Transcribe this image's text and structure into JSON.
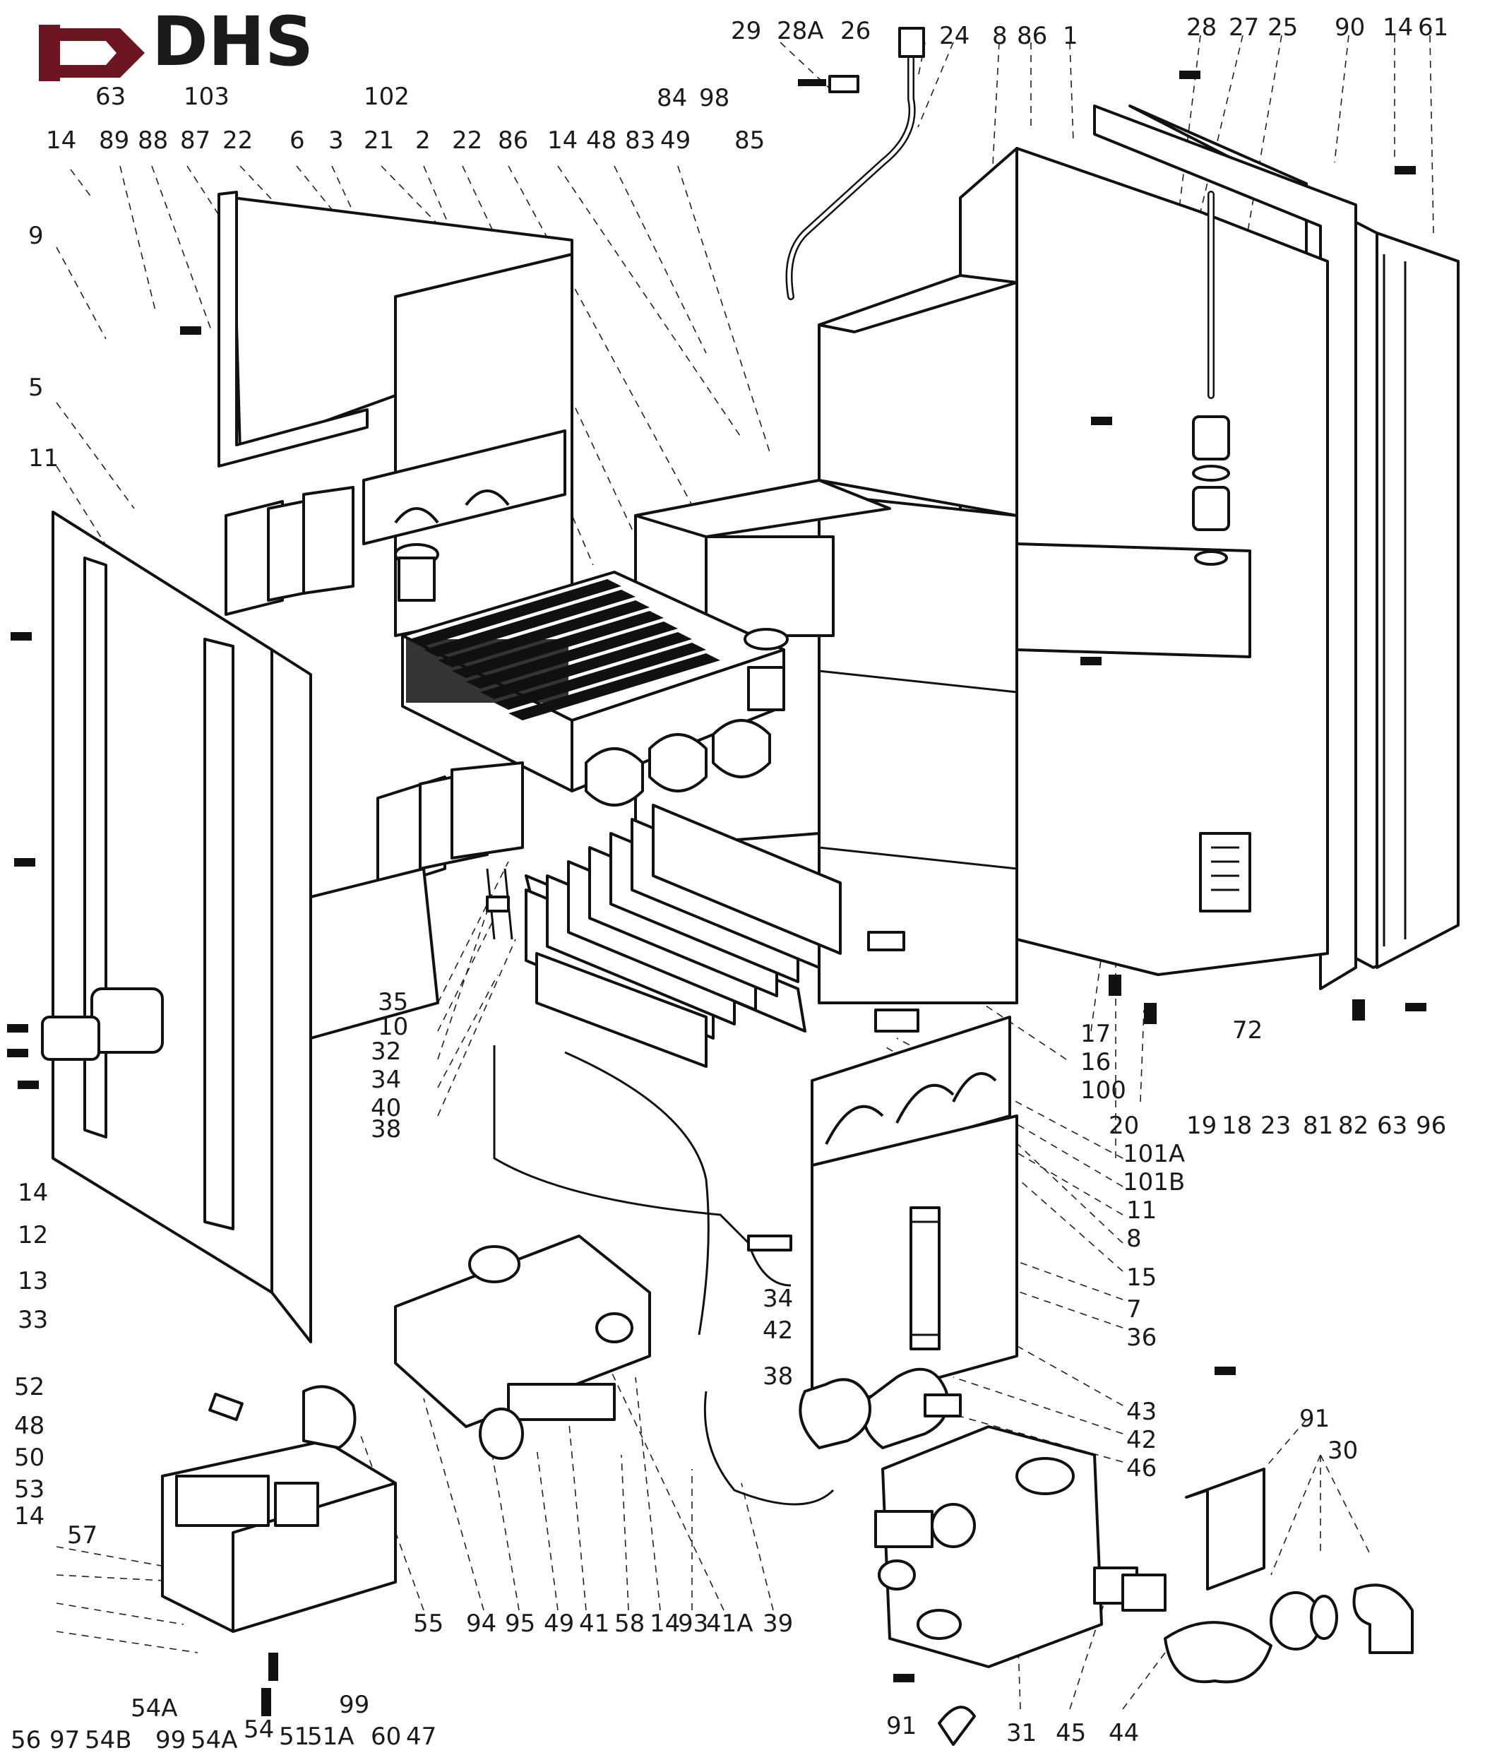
{
  "logo": {
    "text": "DHS",
    "color": "#6b1620"
  },
  "labels": {
    "top": [
      "29",
      "28A",
      "26",
      "24",
      "8",
      "86",
      "1",
      "28",
      "27",
      "25",
      "90",
      "14",
      "61"
    ],
    "upper_left_row1": [
      "63",
      "103",
      "102"
    ],
    "upper_left_row2": [
      "14",
      "89",
      "88",
      "87",
      "22",
      "6",
      "3",
      "21",
      "2",
      "22",
      "86",
      "14",
      "48",
      "83",
      "49",
      "84",
      "98",
      "85"
    ],
    "left_side": [
      "9",
      "5",
      "11"
    ],
    "left_lower": [
      "14",
      "12",
      "13",
      "33"
    ],
    "left_bottom_group": [
      "52",
      "48",
      "50",
      "53",
      "14",
      "57"
    ],
    "center_burner": [
      "35",
      "10",
      "32",
      "34",
      "40",
      "38"
    ],
    "right_side": [
      "17",
      "16",
      "100",
      "20",
      "19",
      "18",
      "23",
      "81",
      "82",
      "63",
      "96",
      "72"
    ],
    "right_column": [
      "101A",
      "101B",
      "11",
      "8",
      "15",
      "7",
      "36",
      "43",
      "42",
      "46"
    ],
    "gas_connection": [
      "91",
      "30"
    ],
    "mid_lower": [
      "34",
      "42",
      "38"
    ],
    "bottom_row": [
      "55",
      "94",
      "95",
      "49",
      "41",
      "58",
      "14",
      "93",
      "41A",
      "39"
    ],
    "bottom_right": [
      "91",
      "31",
      "45",
      "44"
    ],
    "bottom_left": [
      "54A",
      "99",
      "56",
      "97",
      "54B",
      "99",
      "54A",
      "54",
      "51",
      "51A",
      "60",
      "47"
    ]
  }
}
